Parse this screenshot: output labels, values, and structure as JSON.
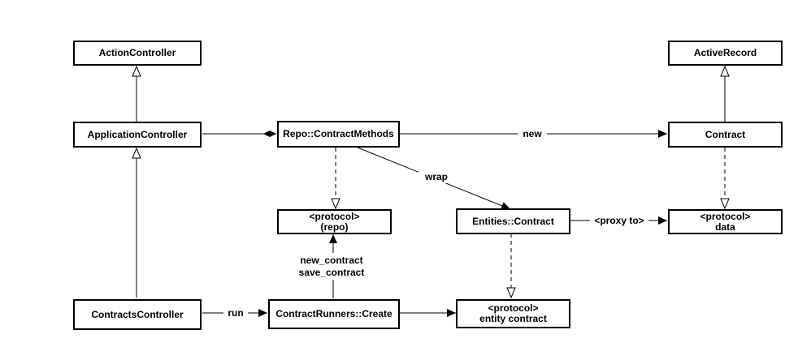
{
  "nodes": {
    "action_controller": {
      "label": "ActionController"
    },
    "application_controller": {
      "label": "ApplicationController"
    },
    "contracts_controller": {
      "label": "ContractsController"
    },
    "repo_contract_methods": {
      "label": "Repo::ContractMethods"
    },
    "protocol_repo": {
      "stereotype": "<protocol>",
      "label": "(repo)"
    },
    "contract_runners_create": {
      "label": "ContractRunners::Create"
    },
    "entities_contract": {
      "label": "Entities::Contract"
    },
    "protocol_entity_contract": {
      "stereotype": "<protocol>",
      "label": "entity contract"
    },
    "active_record": {
      "label": "ActiveRecord"
    },
    "contract": {
      "label": "Contract"
    },
    "protocol_data": {
      "stereotype": "<protocol>",
      "label": "data"
    }
  },
  "edges": {
    "new": "new",
    "wrap": "wrap",
    "proxy_to": "<proxy to>",
    "run": "run",
    "new_contract": "new_contract",
    "save_contract": "save_contract"
  }
}
